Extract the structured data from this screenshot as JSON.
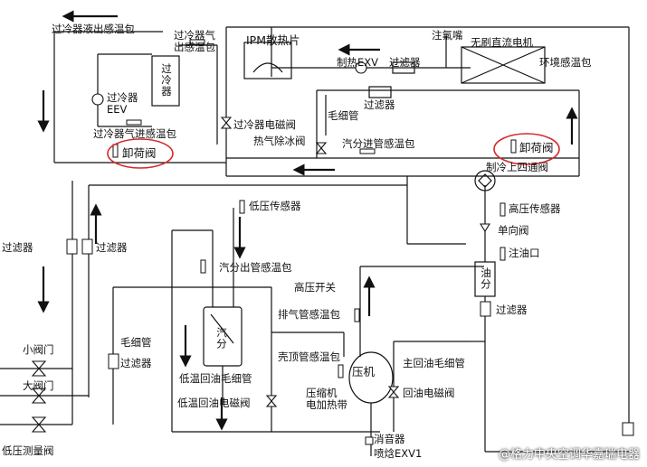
{
  "labels": {
    "subcooler_liquid_out_sensor": "过冷器液出感温包",
    "subcooler_gas_out_sensor_l1": "过冷器气",
    "subcooler_gas_out_sensor_l2": "出感温包",
    "subcooler": "过冷器",
    "ipm_heatsink": "IPM散热片",
    "fluorine_nozzle": "注氟嘴",
    "brushless_dc_motor": "无刷直流电机",
    "heating_exv": "制热EXV",
    "filter": "过滤器",
    "ambient_sensor": "环境感温包",
    "subcooler_eev_l1": "过冷器",
    "subcooler_eev_l2": "EEV",
    "capillary": "毛细管",
    "subcooler_solenoid": "过冷器电磁阀",
    "subcooler_gas_in_sensor": "过冷器气进感温包",
    "hot_gas_defrost_valve": "热气除冰阀",
    "unloading_valve": "卸荷阀",
    "gas_separator_inlet_sensor": "汽分进管感温包",
    "four_way_valve": "制冷上四通阀",
    "low_pressure_sensor": "低压传感器",
    "high_pressure_sensor": "高压传感器",
    "check_valve": "单向阀",
    "oil_filling_port": "注油口",
    "oil_separator": "油分",
    "gas_separator_outlet_sensor": "汽分出管感温包",
    "high_pressure_switch": "高压开关",
    "discharge_sensor": "排气管感温包",
    "gas_separator": "汽分",
    "small_valve": "小阀门",
    "big_valve": "大阀门",
    "low_pressure_test_valve": "低压测量阀",
    "shell_top_sensor": "壳顶管感温包",
    "compressor": "压机",
    "main_oil_return_capillary": "主回油毛细管",
    "low_temp_oil_return_capillary": "低温回油毛细管",
    "low_temp_oil_return_solenoid": "低温回油电磁阀",
    "compressor_heater_l1": "压缩机",
    "compressor_heater_l2": "电加热带",
    "oil_return_solenoid": "回油电磁阀",
    "muffler": "消音器",
    "injection_exv": "喷焓EXV1"
  },
  "watermark": "@格力中央空调华嘉瑞电器",
  "colors": {
    "line": "#111111",
    "highlight": "#d22a2a",
    "background": "#ffffff"
  }
}
